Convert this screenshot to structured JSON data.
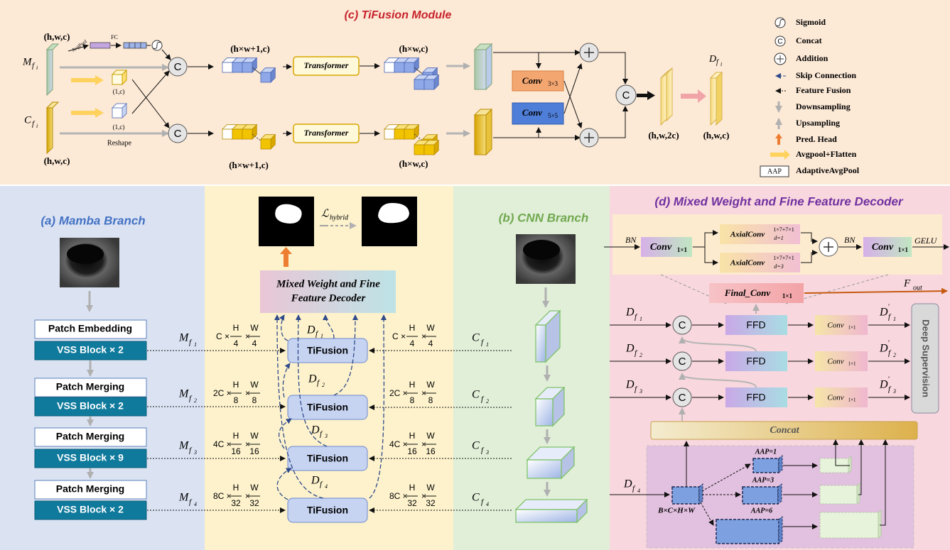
{
  "colors": {
    "top_bg": "#fce9d6",
    "mamba_bg": "#dbe3f3",
    "yellow_bg": "#fdf2cc",
    "cnn_bg": "#e1efd8",
    "decoder_bg": "#f8d7de",
    "vss_block": "#0f7a9c",
    "tifusion_box": "#c6d4f2",
    "title_red": "#c8222b",
    "title_blue": "#4472c4",
    "title_green": "#70a84f",
    "title_purple": "#7030a0",
    "fout_arrow": "#c55a11",
    "pred_head": "#ed7d31"
  },
  "tifusion_module": {
    "title": "(c) TiFusion Module",
    "m_input": "M",
    "c_input": "C",
    "input_sub": "f",
    "input_subsub": "i",
    "hwc_top": "(h,w,c)",
    "hwc_bottom": "(h,w,c)",
    "avgpool": "AvgPool",
    "fc": "FC",
    "one_c_top": "(1,c)",
    "one_c_bottom": "(1,c)",
    "reshape": "Reshape",
    "hw1c_top": "(h×w+1,c)",
    "hw1c_bottom": "(h×w+1,c)",
    "transformer_top": "Transformer",
    "transformer_bottom": "Transformer",
    "hwc_out_top": "(h×w,c)",
    "hwc_out_bottom": "(h×w,c)",
    "conv3": "Conv",
    "conv3_sub": "3×3",
    "conv5": "Conv",
    "conv5_sub": "5×5",
    "h_w_2c": "(h,w,2c)",
    "h_w_c_out": "(h,w,c)",
    "d_out": "D",
    "concat_symbol": "C"
  },
  "legend": [
    {
      "icon": "sigmoid-icon",
      "label": "Sigmoid"
    },
    {
      "icon": "concat-icon",
      "label": "Concat"
    },
    {
      "icon": "addition-icon",
      "label": "Addition"
    },
    {
      "icon": "skip-connection-icon",
      "label": "Skip Connection"
    },
    {
      "icon": "feature-fusion-icon",
      "label": "Feature Fusion"
    },
    {
      "icon": "downsampling-icon",
      "label": "Downsampling"
    },
    {
      "icon": "upsampling-icon",
      "label": "Upsampling"
    },
    {
      "icon": "pred-head-icon",
      "label": "Pred. Head"
    },
    {
      "icon": "avgpool-flatten-icon",
      "label": "Avgpool+Flatten"
    },
    {
      "icon": "aap-icon",
      "label": "AdaptiveAvgPool",
      "box_text": "AAP"
    }
  ],
  "mamba_branch": {
    "title": "(a) Mamba Branch",
    "patch_embedding": "Patch Embedding",
    "patch_merging": "Patch Merging",
    "vss_blocks": [
      "VSS Block × 2",
      "VSS Block × 2",
      "VSS Block × 9",
      "VSS Block × 2"
    ],
    "m_labels": [
      "M",
      "M",
      "M",
      "M"
    ],
    "sub_f": "f",
    "sub_idx": [
      "1",
      "2",
      "3",
      "4"
    ]
  },
  "fusion_column": {
    "loss": "ℒ",
    "loss_sub": "hybrid",
    "decoder_box": [
      "Mixed Weight and Fine",
      "Feature Decoder"
    ],
    "tifusion_labels": [
      "TiFusion",
      "TiFusion",
      "TiFusion",
      "TiFusion"
    ],
    "d_label": "D",
    "dims": [
      {
        "ch": "C ×",
        "h_num": "H",
        "h_den": "4",
        "w_num": "W",
        "w_den": "4"
      },
      {
        "ch": "2C ×",
        "h_num": "H",
        "h_den": "8",
        "w_num": "W",
        "w_den": "8"
      },
      {
        "ch": "4C ×",
        "h_num": "H",
        "h_den": "16",
        "w_num": "W",
        "w_den": "16"
      },
      {
        "ch": "8C ×",
        "h_num": "H",
        "h_den": "32",
        "w_num": "W",
        "w_den": "32"
      }
    ]
  },
  "cnn_branch": {
    "title": "(b) CNN Branch",
    "c_label": "C"
  },
  "decoder": {
    "title": "(d) Mixed Weight and Fine Feature Decoder",
    "bn_in": "BN",
    "bn_mid": "BN",
    "conv1": "Conv",
    "conv1_sub": "1×1",
    "axial": "AxialConv",
    "axial_sup": "1×7+7×1",
    "axial_sub1": "d=1",
    "axial_sub3": "d=3",
    "gelu": "GELU",
    "final_conv": "Final_Conv",
    "final_conv_sub": "1×1",
    "f_out": "F",
    "f_out_sub": "out",
    "ffd": [
      "FFD",
      "FFD",
      "FFD"
    ],
    "small_conv": "Conv",
    "small_conv_sub": "1×1",
    "deep_supervision": "Deep Supervision",
    "concat": "Concat",
    "aap": [
      "AAP=1",
      "AAP=3",
      "AAP=6"
    ],
    "bchw": "B×C×H×W",
    "d_prime": "D"
  }
}
